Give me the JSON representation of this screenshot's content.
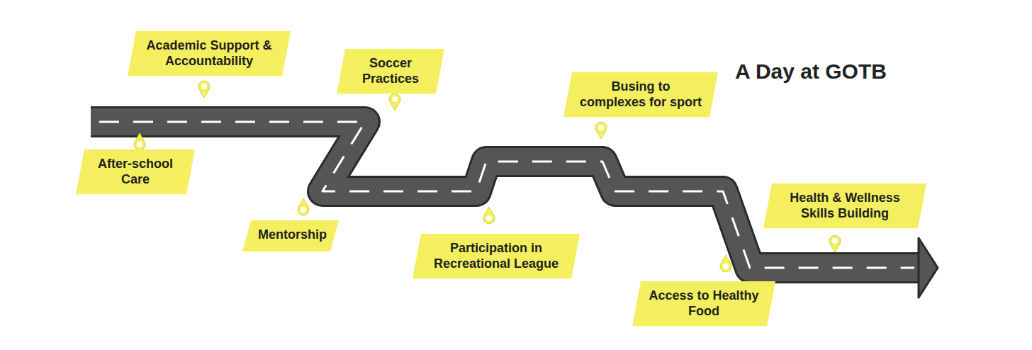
{
  "diagram": {
    "title": "A Day at GOTB",
    "nodes": [
      {
        "text": [
          "After-school Care"
        ]
      },
      {
        "text": [
          "Academic Support & Accountability"
        ]
      },
      {
        "text": [
          "Soccer Practices"
        ]
      },
      {
        "text": [
          "Mentorship"
        ]
      },
      {
        "text": [
          "Participation in Recreational League"
        ]
      },
      {
        "text": [
          "Busing to complexes for sport"
        ]
      },
      {
        "text": [
          "Access to Healthy Food"
        ]
      },
      {
        "text": [
          "Health & Wellness Skills Building"
        ]
      }
    ]
  }
}
